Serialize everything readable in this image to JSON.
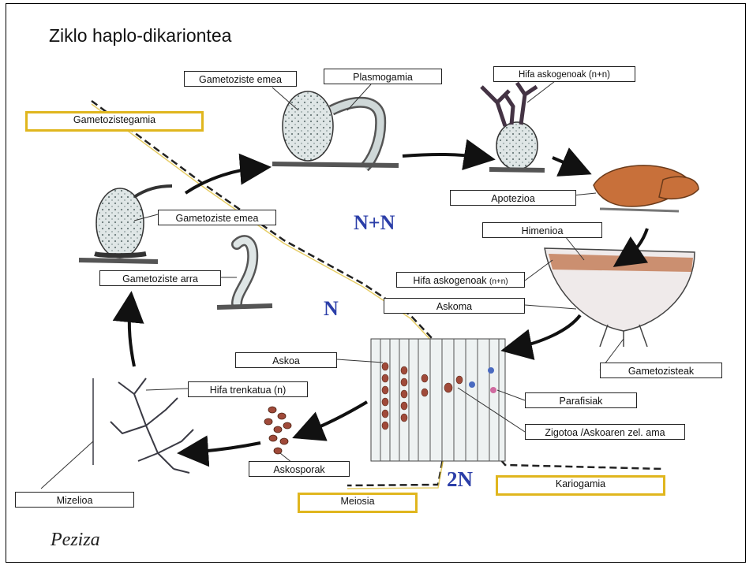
{
  "title": "Ziklo haplo-dikariontea",
  "species": "Peziza",
  "regions": {
    "dikaryon": "N+N",
    "haploid": "N",
    "diploid": "2N"
  },
  "labels": {
    "gametoziste_emea_top": "Gametoziste emea",
    "plasmogamia": "Plasmogamia",
    "hifa_askogenoak_top": "Hifa askogenoak (n+n)",
    "gametozistegamia": "Gametozistegamia",
    "apotezioa": "Apotezioa",
    "himenioa": "Himenioa",
    "gametoziste_emea_left": "Gametoziste emea",
    "gametoziste_arra": "Gametoziste arra",
    "hifa_askogenoak_mid": "Hifa askogenoak",
    "hifa_askogenoak_mid_sub": "(n+n)",
    "askoma": "Askoma",
    "askoa": "Askoa",
    "gametozisteak": "Gametozisteak",
    "hifa_trenkatua": "Hifa trenkatua (n)",
    "parafisiak": "Parafisiak",
    "zigotoa": "Zigotoa /Askoaren zel. ama",
    "askosporak": "Askosporak",
    "mizelioa": "Mizelioa",
    "meiosia": "Meiosia",
    "kariogamia": "Kariogamia"
  },
  "colors": {
    "highlight": "#e0b61e",
    "region_text": "#2b3ea8",
    "apothecium": "#c8703a"
  }
}
